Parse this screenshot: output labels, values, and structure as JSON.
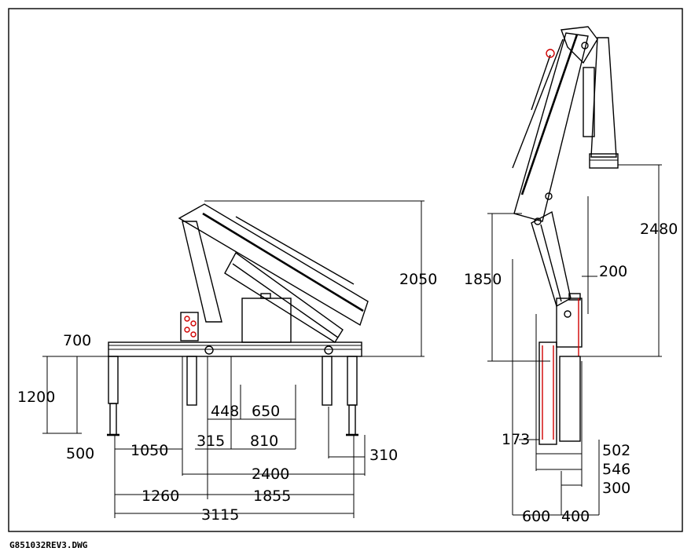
{
  "drawing_file": "G851032REV3.DWG",
  "dimensions": {
    "d700": "700",
    "d1200": "1200",
    "d500": "500",
    "d1050": "1050",
    "d315": "315",
    "d448": "448",
    "d650": "650",
    "d810": "810",
    "d310": "310",
    "d2400": "2400",
    "d1260": "1260",
    "d1855": "1855",
    "d3115": "3115",
    "d2050": "2050",
    "d1850": "1850",
    "d2480": "2480",
    "d200": "200",
    "d173": "173",
    "d502": "502",
    "d546": "546",
    "d300": "300",
    "d600": "600",
    "d400": "400"
  },
  "colors": {
    "ink": "#000000",
    "accent": "#d00000"
  }
}
